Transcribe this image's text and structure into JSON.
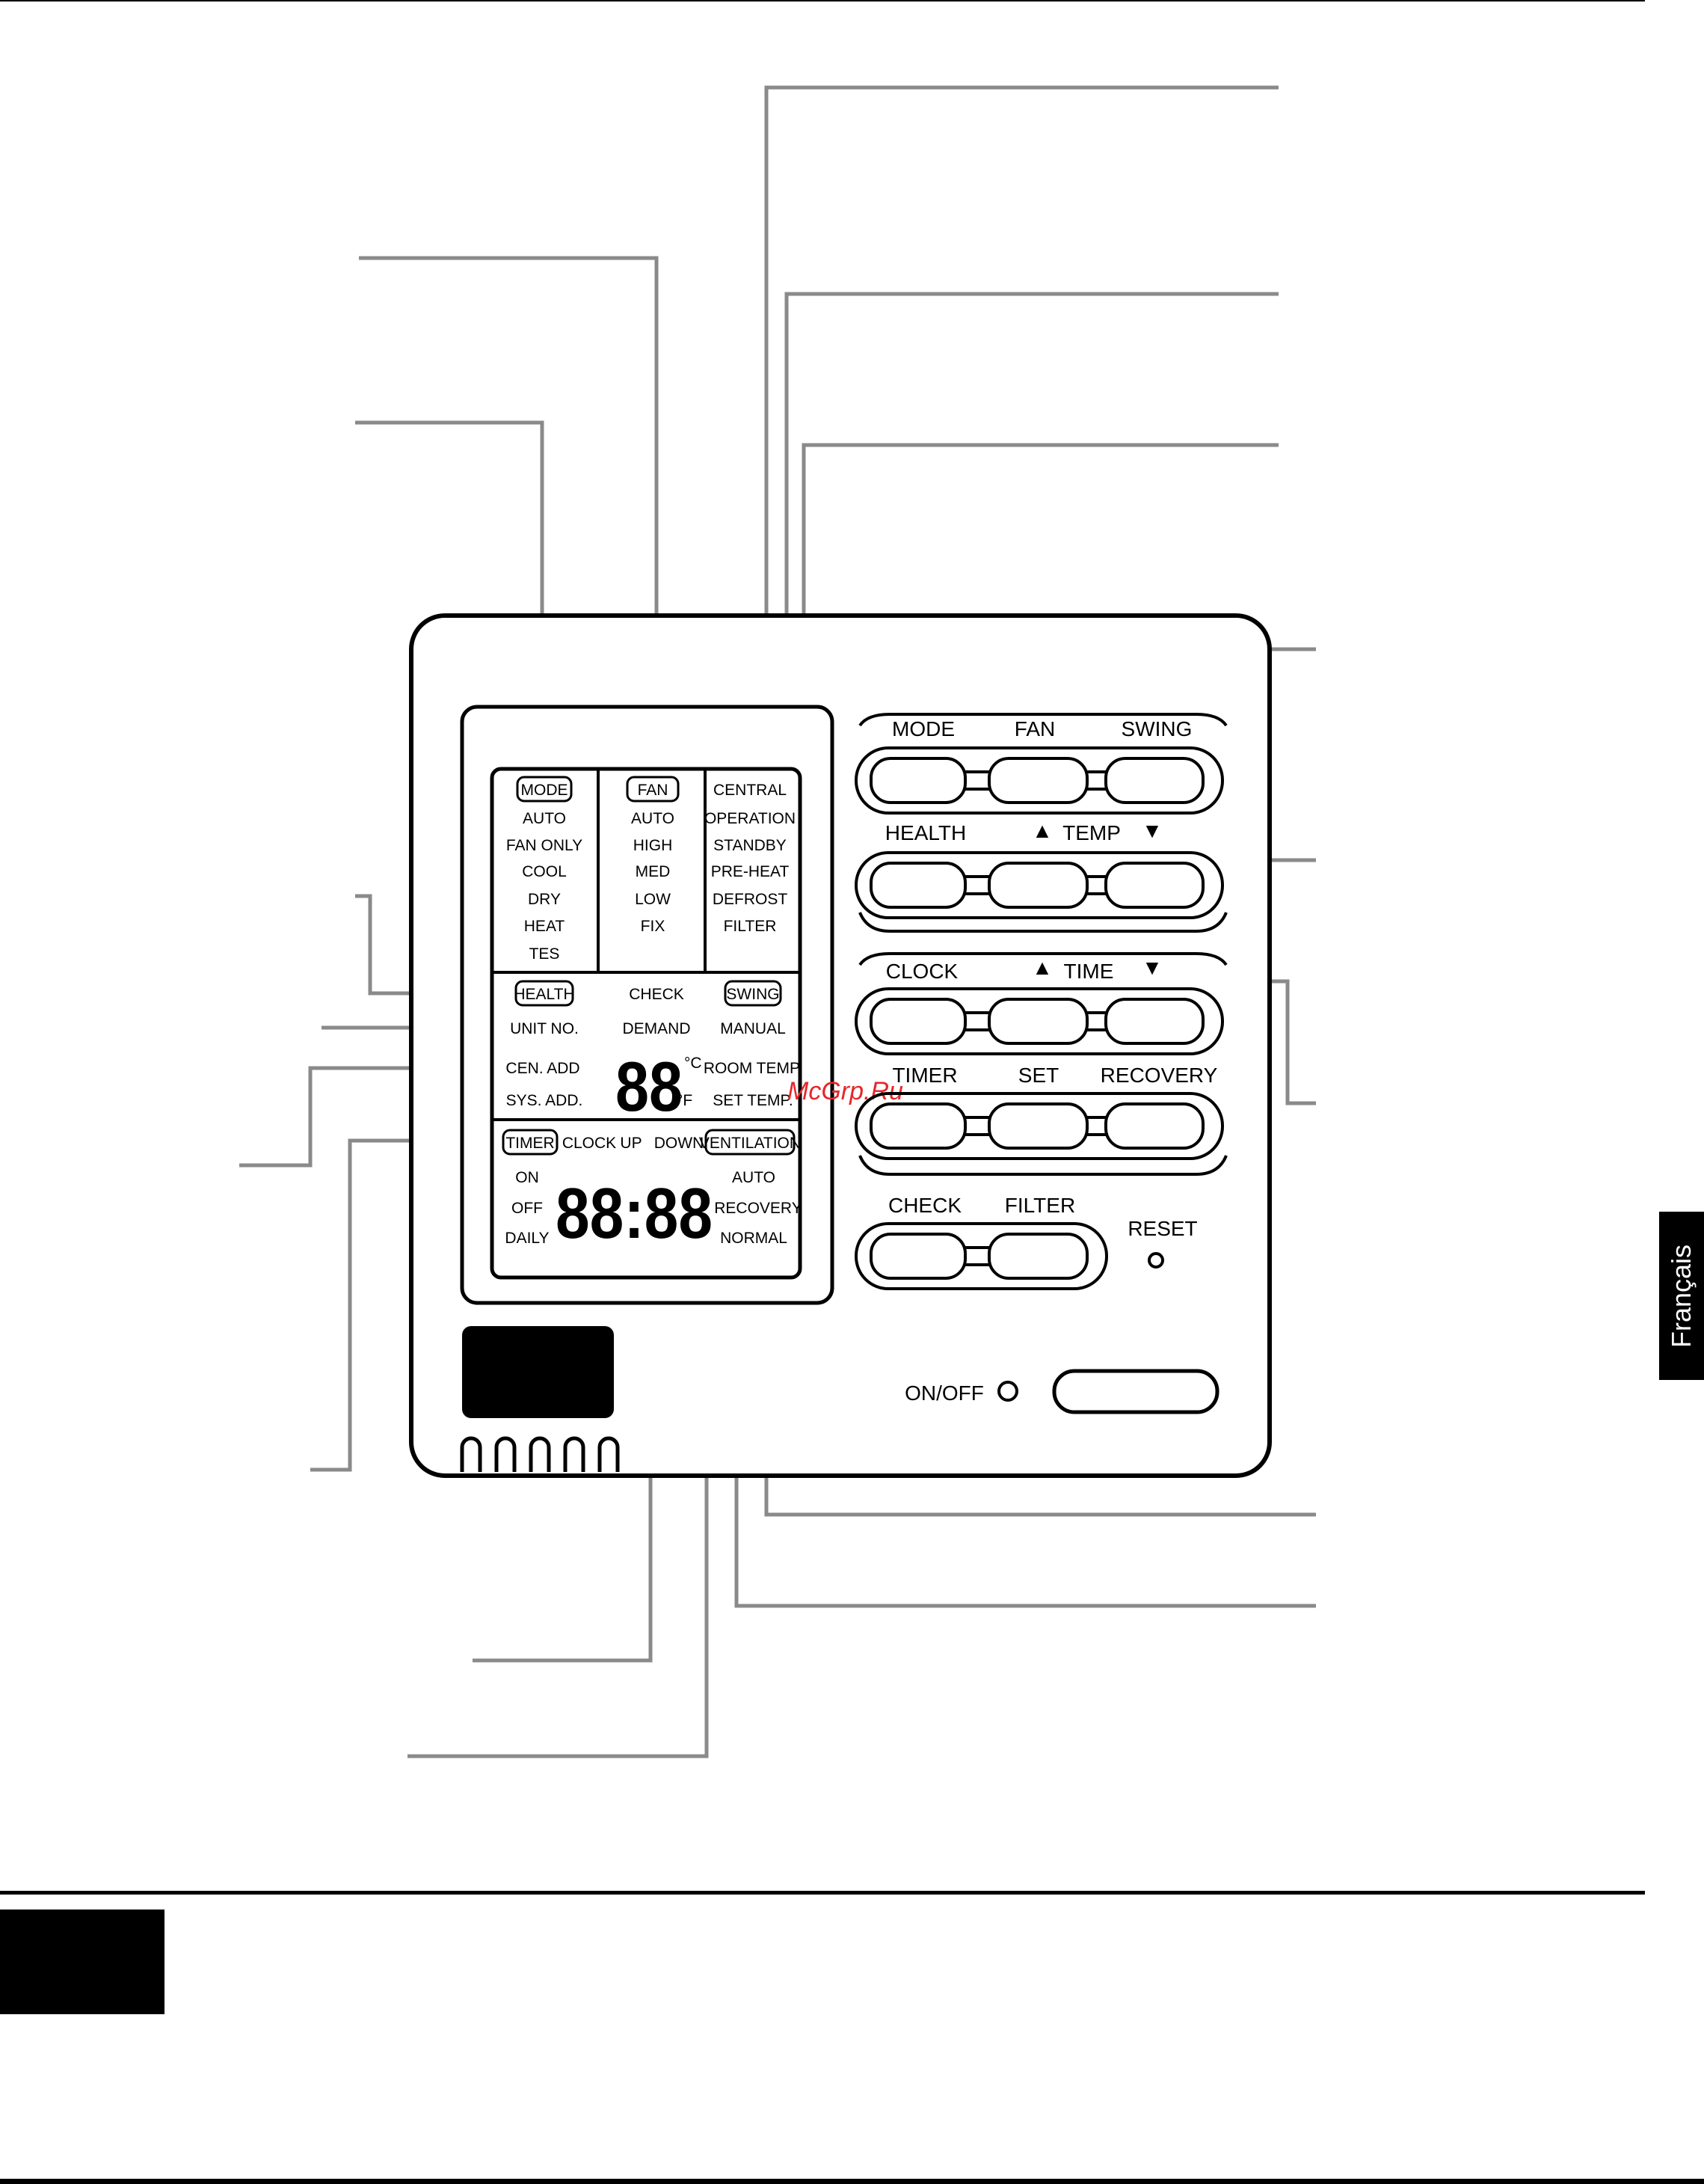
{
  "language_tab": "Français",
  "watermark": "McGrp.Ru",
  "lcd": {
    "mode_group": {
      "header": "MODE",
      "items": [
        "AUTO",
        "FAN ONLY",
        "COOL",
        "DRY",
        "HEAT",
        "TES"
      ]
    },
    "fan_group": {
      "header": "FAN",
      "items": [
        "AUTO",
        "HIGH",
        "MED",
        "LOW",
        "FIX"
      ]
    },
    "status_group": {
      "items": [
        "CENTRAL",
        "OPERATION",
        "STANDBY",
        "PRE-HEAT",
        "DEFROST",
        "FILTER"
      ]
    },
    "middle": {
      "health": "HEALTH",
      "check": "CHECK",
      "swing": "SWING",
      "unit_no": "UNIT NO.",
      "demand": "DEMAND",
      "manual": "MANUAL",
      "cen_add": "CEN. ADD",
      "room_temp": "ROOM TEMP.",
      "sys_add": "SYS. ADD.",
      "set_temp": "SET TEMP.",
      "temp_digits": "88",
      "unit_c": "°C",
      "unit_f": "°F"
    },
    "bottom": {
      "timer": "TIMER",
      "clock": "CLOCK",
      "up": "UP",
      "down": "DOWN",
      "ventilation": "VENTILATION",
      "on": "ON",
      "off": "OFF",
      "daily": "DAILY",
      "time_digits": "88:88",
      "auto": "AUTO",
      "recovery": "RECOVERY",
      "normal": "NORMAL"
    }
  },
  "buttons": {
    "row1": [
      "MODE",
      "FAN",
      "SWING"
    ],
    "row2": {
      "health": "HEALTH",
      "temp": "TEMP",
      "up_arrow": "▲",
      "down_arrow": "▼"
    },
    "row3": {
      "clock": "CLOCK",
      "time": "TIME",
      "up_arrow": "▲",
      "down_arrow": "▼"
    },
    "row4": [
      "TIMER",
      "SET",
      "RECOVERY"
    ],
    "row5": [
      "CHECK",
      "FILTER"
    ],
    "reset": "RESET",
    "onoff": "ON/OFF"
  }
}
